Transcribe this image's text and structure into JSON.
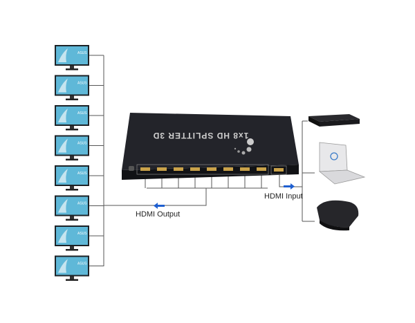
{
  "labels": {
    "output": "HDMI Output",
    "input": "HDMI Input"
  },
  "device": {
    "brand_text": "1x8 HD SPLITTER 3D",
    "output_port_count": 8,
    "input_port_count": 1
  },
  "monitors": {
    "count": 8,
    "brand": "ASUS"
  },
  "sources": [
    "blu-ray-player",
    "laptop",
    "game-console"
  ],
  "colors": {
    "arrow": "#1e5fd0",
    "line": "#555555",
    "device": "#1c1d22",
    "screen": "#5fb8d8"
  }
}
